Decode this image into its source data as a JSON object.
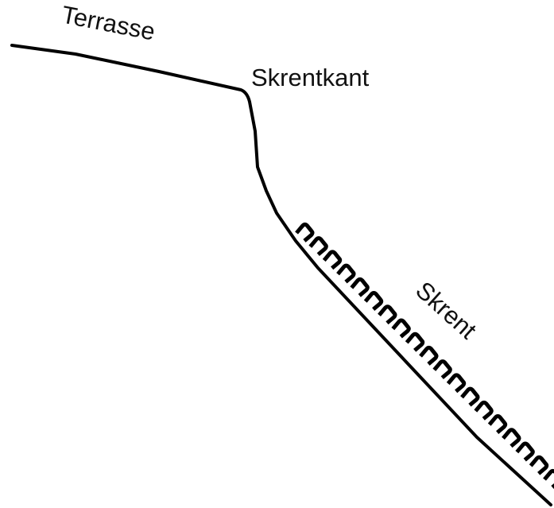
{
  "labels": {
    "terrace": "Terrasse",
    "scarp_edge": "Skrentkant",
    "scarp": "Skrent"
  },
  "colors": {
    "line": "#000000",
    "text": "#111111",
    "background": "#ffffff"
  }
}
